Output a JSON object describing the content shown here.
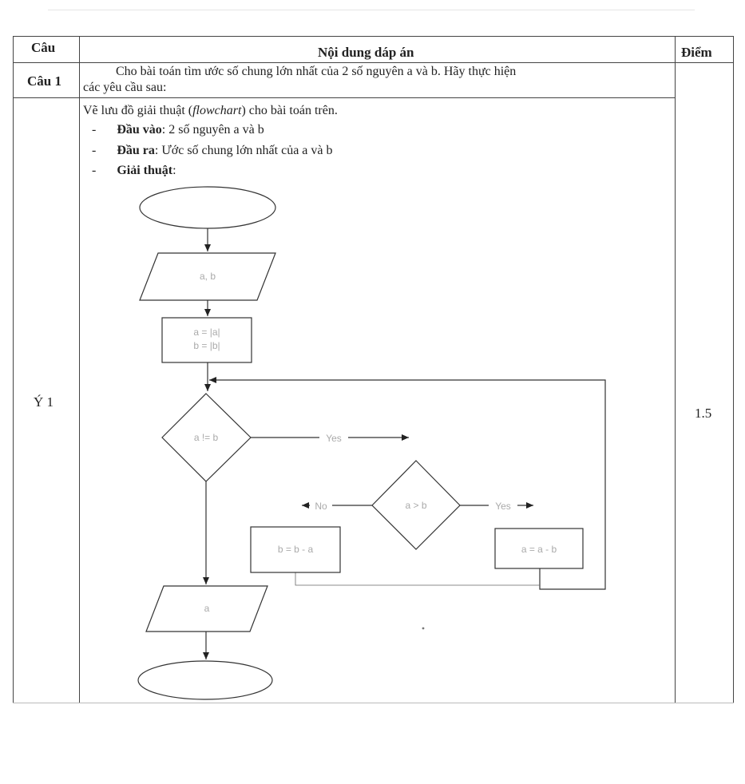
{
  "table": {
    "header": {
      "col1": "Câu",
      "col2": "Nội dung dáp án",
      "col3": "Điểm"
    },
    "row1": {
      "label": "Câu 1",
      "line1": "Cho bài toán tìm ước số chung lớn nhất của 2 số nguyên a và b. Hãy thực hiện",
      "line2": "các yêu cầu sau:"
    },
    "row2": {
      "label": "Ý 1",
      "score": "1.5",
      "intro_pre": "Vẽ lưu đồ giải thuật (",
      "intro_em": "flowchart",
      "intro_post": ") cho bài toán trên.",
      "bullets": [
        {
          "dash": "-",
          "bold": "Đầu vào",
          "rest": ": 2 số nguyên a và b"
        },
        {
          "dash": "-",
          "bold": "Đầu ra",
          "rest": ": Ước số chung lớn nhất của a và b"
        },
        {
          "dash": "-",
          "bold": "Giải thuật",
          "rest": ":"
        }
      ]
    }
  },
  "flowchart": {
    "input": "a, b",
    "process_abs_1": "a = |a|",
    "process_abs_2": "b = |b|",
    "decision_neq": "a != b",
    "decision_gt": "a > b",
    "yes_1": "Yes",
    "yes_2": "Yes",
    "no": "No",
    "process_b": "b = b - a",
    "process_a": "a = a - b",
    "output": "a"
  }
}
